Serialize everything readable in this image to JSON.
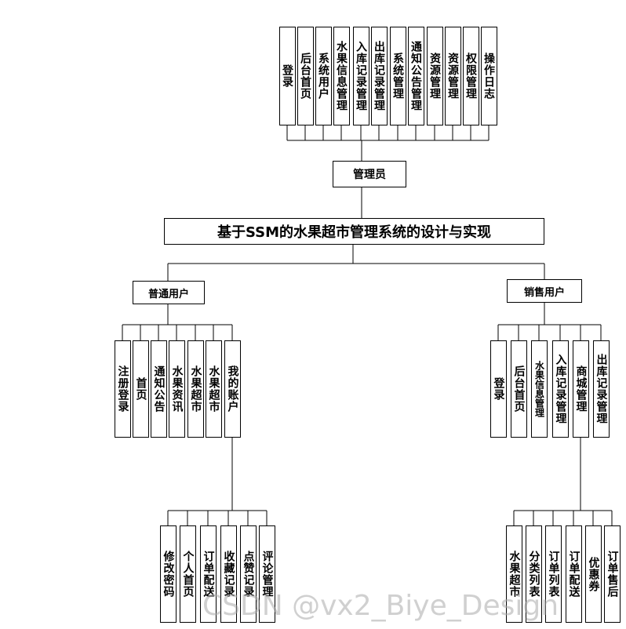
{
  "title": "基于SSM的水果超市管理系统的设计与实现",
  "admin": {
    "label": "管理员",
    "items": [
      "登录",
      "后台首页",
      "系统用户",
      "水果信息管理",
      "入库记录管理",
      "出库记录管理",
      "系统管理",
      "通知公告管理",
      "资源管理",
      "资源管理",
      "权限管理",
      "操作日志"
    ]
  },
  "user": {
    "label": "普通用户",
    "items": [
      "注册登录",
      "首页",
      "通知公告",
      "水果资讯",
      "水果超市",
      "水果超市",
      "我的账户"
    ],
    "account_items": [
      "修改密码",
      "个人首页",
      "订单配送",
      "收藏记录",
      "点赞记录",
      "评论管理"
    ]
  },
  "seller": {
    "label": "销售用户",
    "items": [
      "登录",
      "后台首页",
      "水果信息管理",
      "入库记录管理",
      "商城管理",
      "出库记录管理"
    ],
    "mall_items": [
      "水果超市",
      "分类列表",
      "订单列表",
      "订单配送",
      "优惠券",
      "订单售后"
    ]
  },
  "watermark": "CSDN @vx2_Biye_Design"
}
